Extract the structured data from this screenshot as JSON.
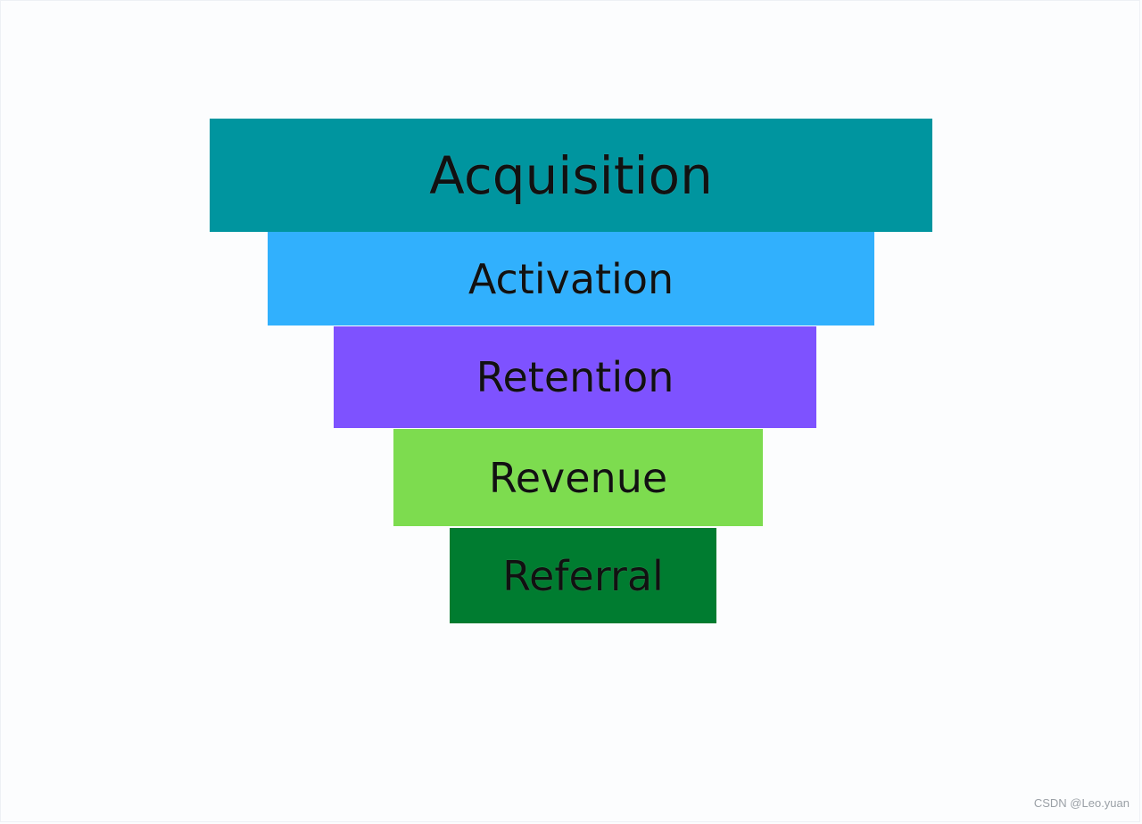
{
  "diagram": {
    "type": "funnel",
    "stages": [
      {
        "label": "Acquisition",
        "color": "#00959f"
      },
      {
        "label": "Activation",
        "color": "#31b0fd"
      },
      {
        "label": "Retention",
        "color": "#7e52ff"
      },
      {
        "label": "Revenue",
        "color": "#7ddc4f"
      },
      {
        "label": "Referral",
        "color": "#007c30"
      }
    ]
  },
  "watermark": "CSDN @Leo.yuan"
}
